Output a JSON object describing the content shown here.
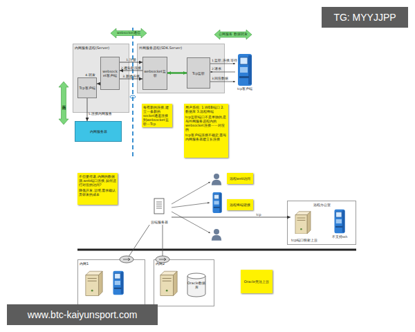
{
  "diagram": {
    "nodes": [
      {
        "text": [
          "内网服务进程(Server)"
        ]
      },
      {
        "text": [
          "websocket客户端"
        ],
        "in": 0
      },
      {
        "text": [
          "Tcp客户端"
        ],
        "in": 0
      },
      {
        "text": [
          "外网服务进程(SDK.Server)"
        ]
      },
      {
        "text": [
          "websocket监听"
        ],
        "in": 3
      },
      {
        "text": [
          "Tcp监听"
        ],
        "in": 3
      },
      {
        "text": [
          "内网服务器"
        ]
      },
      {
        "text": [
          "每有新的连接,建立一条新的socket通道连接到websocket监听一Tcp"
        ]
      },
      {
        "text": [
          "用户系统: 1.WEB端口 2.数据库 3.远程终端",
          "tcp监听端口不是单独的,是与外网服务进程内的websocket连接一一对应的",
          "tcp客户端连接不确定,需与内网服务器建立长连接"
        ]
      },
      {
        "text": [
          "不但要传递,内网的数据源,web端口连接,如何进行对应的访问?",
          "降低开发,运维,需求确认及研发的成本"
        ]
      },
      {
        "text": [
          "云端服务器"
        ]
      },
      {
        "text": [
          "远程web访问"
        ]
      },
      {
        "text": [
          "远程终端链接"
        ]
      },
      {
        "text": [
          "远程办公室"
        ]
      },
      {
        "text": [
          "tcp端口映射上云"
        ],
        "in": 13
      },
      {
        "text": [
          "内网1"
        ]
      },
      {
        "text": [
          "内网2"
        ]
      },
      {
        "text": [
          "Oracle数据库"
        ],
        "in": 16
      },
      {
        "text": [
          "Oracle无法上云"
        ]
      }
    ],
    "edges": [
      {
        "from": 1,
        "to": 4,
        "arrow": "to",
        "label": "1.注册"
      },
      {
        "from": 4,
        "to": 1,
        "arrow": "to",
        "label": "2.通知新连接"
      },
      {
        "from": 1,
        "to": 4,
        "arrow": "to",
        "label": "3.新建连接"
      },
      {
        "from": 4,
        "to": 5,
        "arrow": "both"
      },
      {
        "from": 1,
        "to": 2,
        "arrow": "to",
        "label": "4.转发"
      },
      {
        "from": 2,
        "to": 6,
        "arrow": "to",
        "label": "5.连接内网服务"
      },
      {
        "from": 10,
        "to": 14,
        "arrow": "to",
        "label": "tcp"
      },
      {
        "from": 10,
        "to": 15,
        "arrow": "none"
      },
      {
        "from": 10,
        "to": 16,
        "arrow": "none"
      }
    ],
    "labels": [
      "websocket通信",
      "公网服务 数据转发",
      "内网访问",
      "tcp客户端",
      "1.监听,连接,等待",
      "2.请求",
      "3.回应数据",
      "不支持ssh",
      "TG: MYYJJPP",
      "www.btc-kaiyunsport.com"
    ]
  }
}
